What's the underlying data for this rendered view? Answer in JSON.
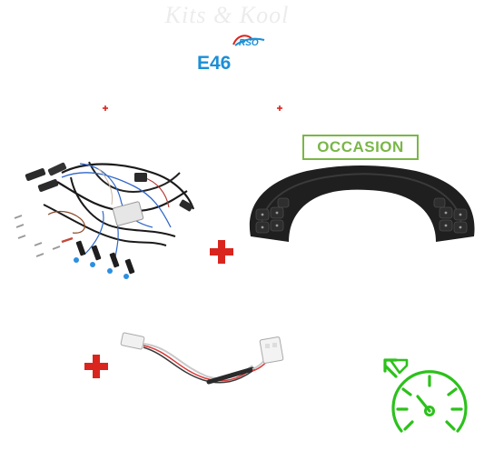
{
  "header": {
    "brand_watermark": "Kits & Kool",
    "rso_logo": "RSO",
    "model": "E46"
  },
  "badge": {
    "label": "OCCASION"
  },
  "colors": {
    "model_blue": "#1b8fd6",
    "badge_green": "#7ab648",
    "plus_red": "#d9251d",
    "cruise_green": "#2cc11b",
    "steering_black": "#1e1e1e"
  },
  "icons": {
    "cruise_control": "speedometer-with-arrow-icon",
    "plus": "plus-icon"
  }
}
